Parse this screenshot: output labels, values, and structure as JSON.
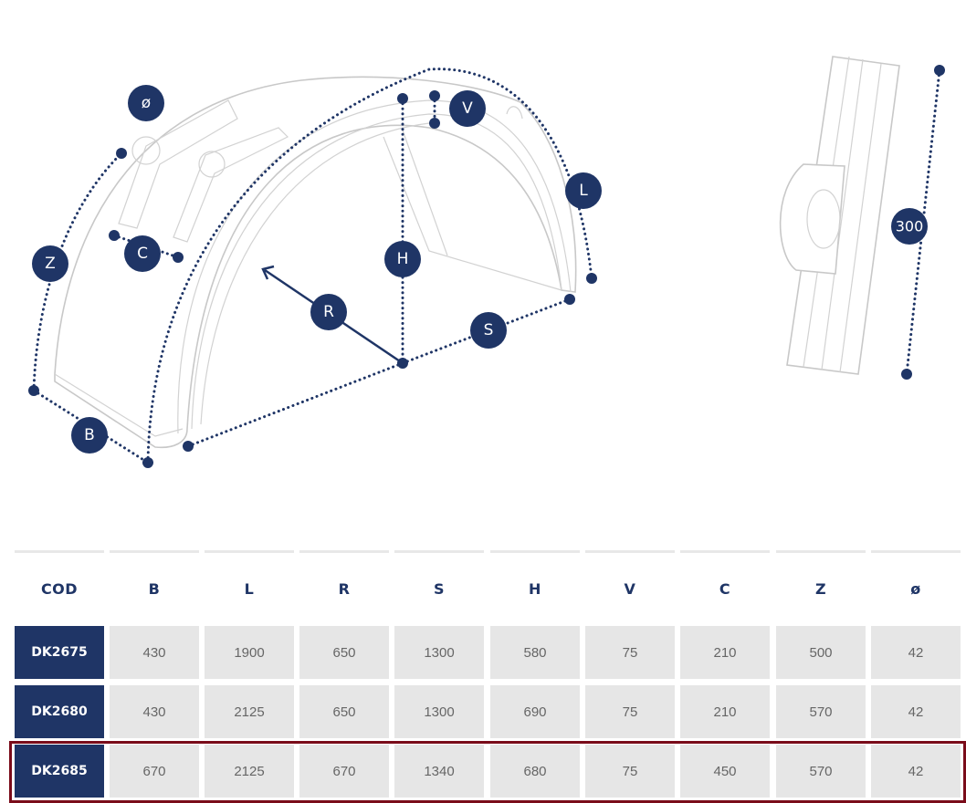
{
  "diagram": {
    "labels": {
      "diameter": "ø",
      "V": "V",
      "L": "L",
      "Z": "Z",
      "C": "C",
      "H": "H",
      "R": "R",
      "S": "S",
      "B": "B",
      "bracket_height": "300"
    }
  },
  "colors": {
    "accent": "#1f3566",
    "cell": "#e6e6e6",
    "highlight": "#7a0c1a"
  },
  "table": {
    "headers": [
      "COD",
      "B",
      "L",
      "R",
      "S",
      "H",
      "V",
      "C",
      "Z",
      "ø"
    ],
    "rows": [
      [
        "DK2675",
        "430",
        "1900",
        "650",
        "1300",
        "580",
        "75",
        "210",
        "500",
        "42"
      ],
      [
        "DK2680",
        "430",
        "2125",
        "650",
        "1300",
        "690",
        "75",
        "210",
        "570",
        "42"
      ],
      [
        "DK2685",
        "670",
        "2125",
        "670",
        "1340",
        "680",
        "75",
        "450",
        "570",
        "42"
      ]
    ],
    "highlighted_row": 2
  }
}
